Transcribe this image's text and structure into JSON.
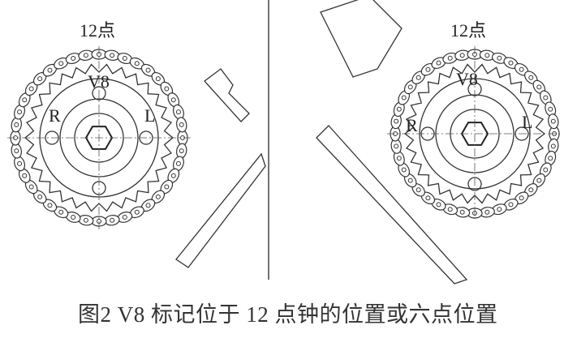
{
  "left_panel": {
    "mark_12": "12点",
    "mark_v8": "V8",
    "mark_r": "R",
    "mark_l": "L"
  },
  "right_panel": {
    "mark_12": "12点",
    "mark_v8": "V8",
    "mark_r": "R",
    "mark_l": "L"
  },
  "caption": "图2  V8 标记位于 12 点钟的位置或六点位置"
}
